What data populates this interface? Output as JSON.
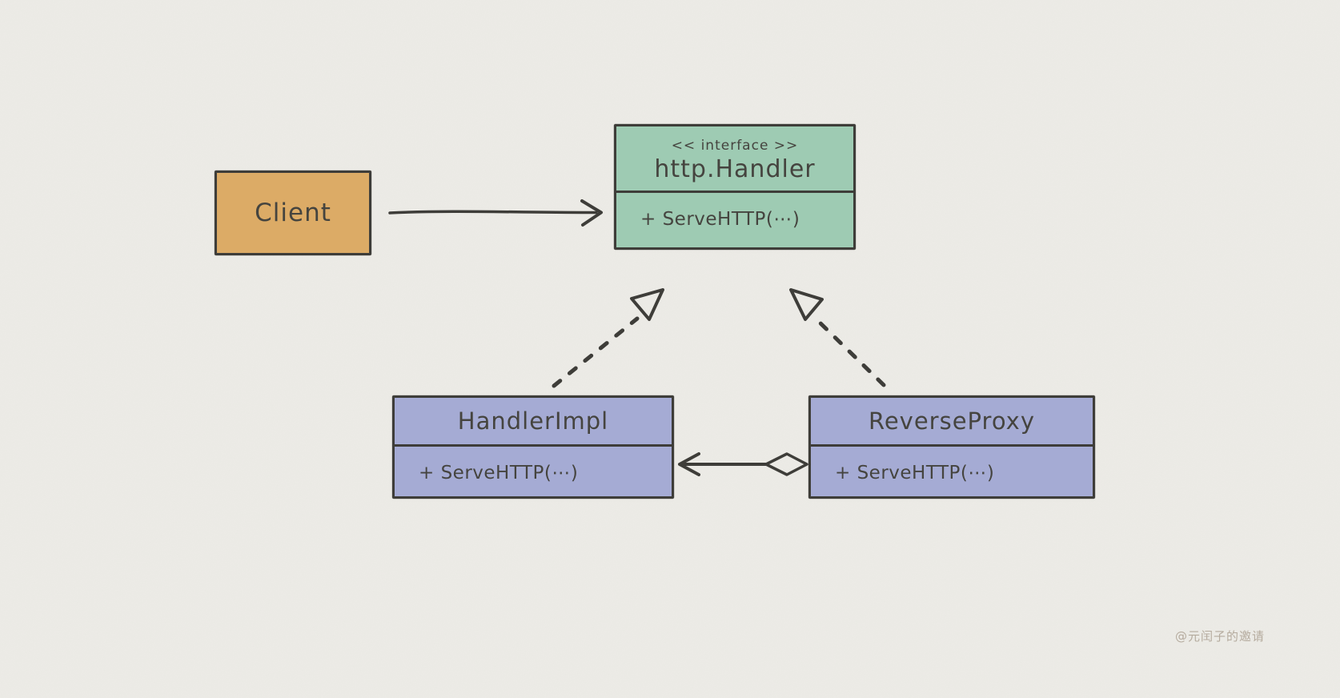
{
  "canvas": {
    "background": "#edece7",
    "ink": "#3e3d39",
    "text_color": "#45443f"
  },
  "nodes": {
    "client": {
      "label": "Client",
      "fill": "#dcab66"
    },
    "http_handler": {
      "stereotype": "<< interface >>",
      "name": "http.Handler",
      "method": "+ ServeHTTP(⋯)",
      "fill": "#9ecbb3"
    },
    "handler_impl": {
      "name": "HandlerImpl",
      "method": "+ ServeHTTP(⋯)",
      "fill": "#a5abd4"
    },
    "reverse_proxy": {
      "name": "ReverseProxy",
      "method": "+ ServeHTTP(⋯)",
      "fill": "#a5abd4"
    }
  },
  "edges": [
    {
      "from": "Client",
      "to": "http.Handler",
      "type": "association",
      "line": "solid",
      "arrowhead": "open"
    },
    {
      "from": "HandlerImpl",
      "to": "http.Handler",
      "type": "realization",
      "line": "dashed",
      "arrowhead": "hollow-triangle"
    },
    {
      "from": "ReverseProxy",
      "to": "http.Handler",
      "type": "realization",
      "line": "dashed",
      "arrowhead": "hollow-triangle"
    },
    {
      "from": "ReverseProxy",
      "to": "HandlerImpl",
      "type": "aggregation",
      "line": "solid",
      "arrowhead": "open",
      "tail": "hollow-diamond"
    }
  ],
  "watermark": {
    "text": "@元闰子的邀请",
    "color": "#b5ab9e"
  }
}
